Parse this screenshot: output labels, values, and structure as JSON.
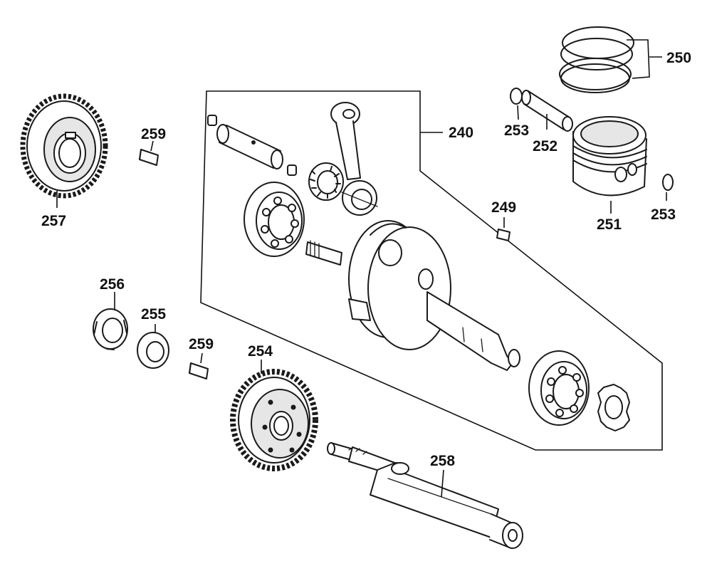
{
  "parts": [
    {
      "id": "p240",
      "number": "240"
    },
    {
      "id": "p249",
      "number": "249"
    },
    {
      "id": "p250",
      "number": "250"
    },
    {
      "id": "p251",
      "number": "251"
    },
    {
      "id": "p252",
      "number": "252"
    },
    {
      "id": "p253a",
      "number": "253"
    },
    {
      "id": "p253b",
      "number": "253"
    },
    {
      "id": "p254",
      "number": "254"
    },
    {
      "id": "p255",
      "number": "255"
    },
    {
      "id": "p256",
      "number": "256"
    },
    {
      "id": "p257",
      "number": "257"
    },
    {
      "id": "p258",
      "number": "258"
    },
    {
      "id": "p259a",
      "number": "259"
    },
    {
      "id": "p259b",
      "number": "259"
    }
  ]
}
